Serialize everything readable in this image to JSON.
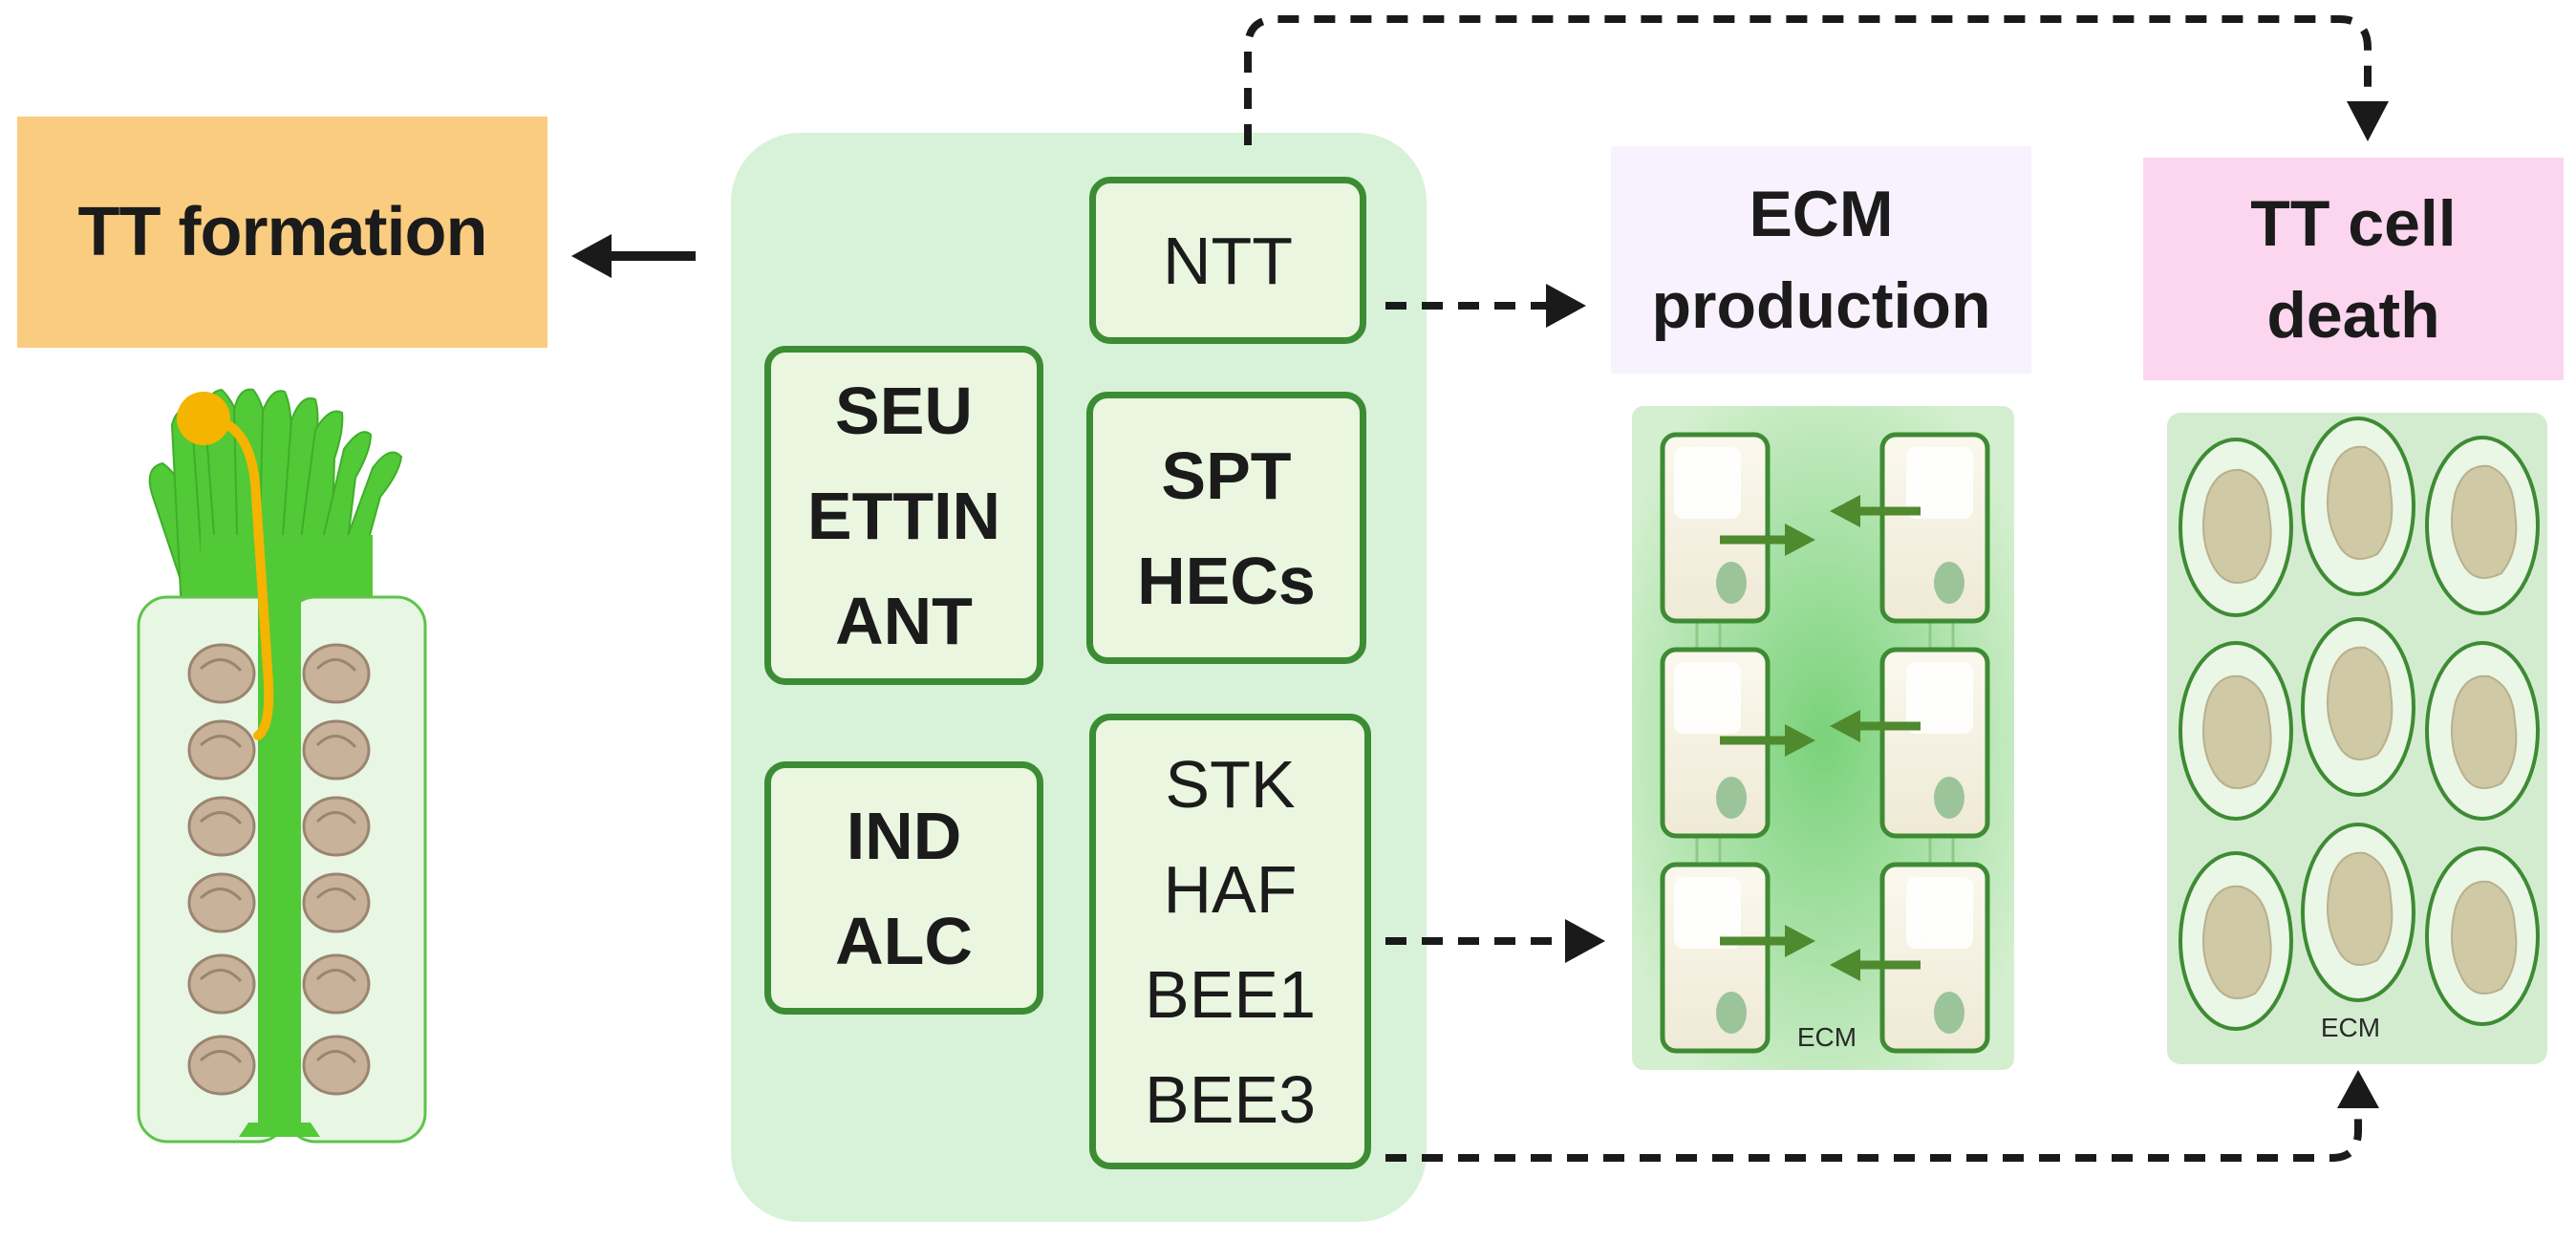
{
  "titles": {
    "tt_formation": "TT formation",
    "ecm_production": [
      "ECM",
      "production"
    ],
    "tt_cell_death": [
      "TT cell",
      "death"
    ]
  },
  "genes": {
    "ntt": [
      "NTT"
    ],
    "seu_group": [
      "SEU",
      "ETTIN",
      "ANT"
    ],
    "spt_group": [
      "SPT",
      "HECs"
    ],
    "ind_group": [
      "IND",
      "ALC"
    ],
    "stk_group": [
      "STK",
      "HAF",
      "BEE1",
      "BEE3"
    ]
  },
  "ecm_labels": {
    "production_panel": "ECM",
    "death_panel": "ECM"
  },
  "colors": {
    "tt_formation_bg": "#f9cc80",
    "ecm_bg": "#f7f2fe",
    "death_bg": "#fcd5ee",
    "panel_bg": "#d8f2d9",
    "gene_border": "#3b8c33",
    "gene_fill": "#eaf6df",
    "arrow": "#1a1a1a",
    "pistil_green": "#52c936",
    "pollen_tube": "#f5b400"
  }
}
